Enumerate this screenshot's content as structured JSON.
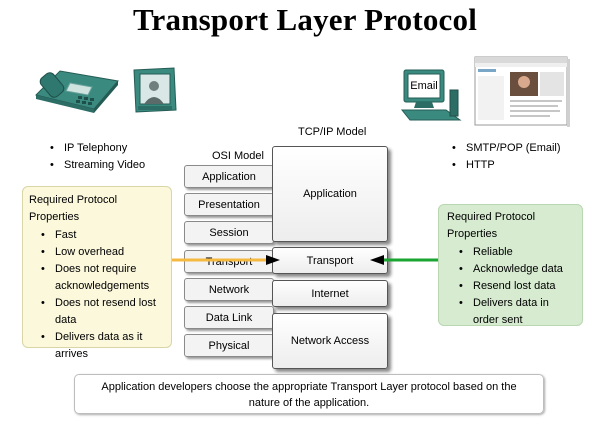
{
  "title": "Transport Layer Protocol",
  "left_apps": [
    "IP Telephony",
    "Streaming Video"
  ],
  "right_apps": [
    "SMTP/POP (Email)",
    "HTTP"
  ],
  "email_label": "Email",
  "tcpip_model_label": "TCP/IP Model",
  "osi_model_label": "OSI Model",
  "osi_layers": [
    "Application",
    "Presentation",
    "Session",
    "Transport",
    "Network",
    "Data Link",
    "Physical"
  ],
  "tcpip_layers": [
    "Application",
    "Transport",
    "Internet",
    "Network Access"
  ],
  "left_panel": {
    "heading": "Required Protocol Properties",
    "items": [
      "Fast",
      "Low overhead",
      "Does not require acknowledgements",
      "Does not resend lost data",
      "Delivers data as it arrives"
    ]
  },
  "right_panel": {
    "heading": "Required Protocol Properties",
    "items": [
      "Reliable",
      "Acknowledge data",
      "Resend lost data",
      "Delivers data in order sent"
    ]
  },
  "footer_note": "Application developers choose the appropriate Transport Layer protocol based on the nature of the application.",
  "colors": {
    "udp_arrow": "#f5b942",
    "tcp_arrow": "#1aa532",
    "left_panel_bg": "#fbf8dc",
    "right_panel_bg": "#d6ebd0",
    "device_teal": "#3f8f86"
  },
  "icons": [
    "ip-phone-icon",
    "video-phone-icon",
    "email-computer-icon",
    "web-browser-icon"
  ]
}
